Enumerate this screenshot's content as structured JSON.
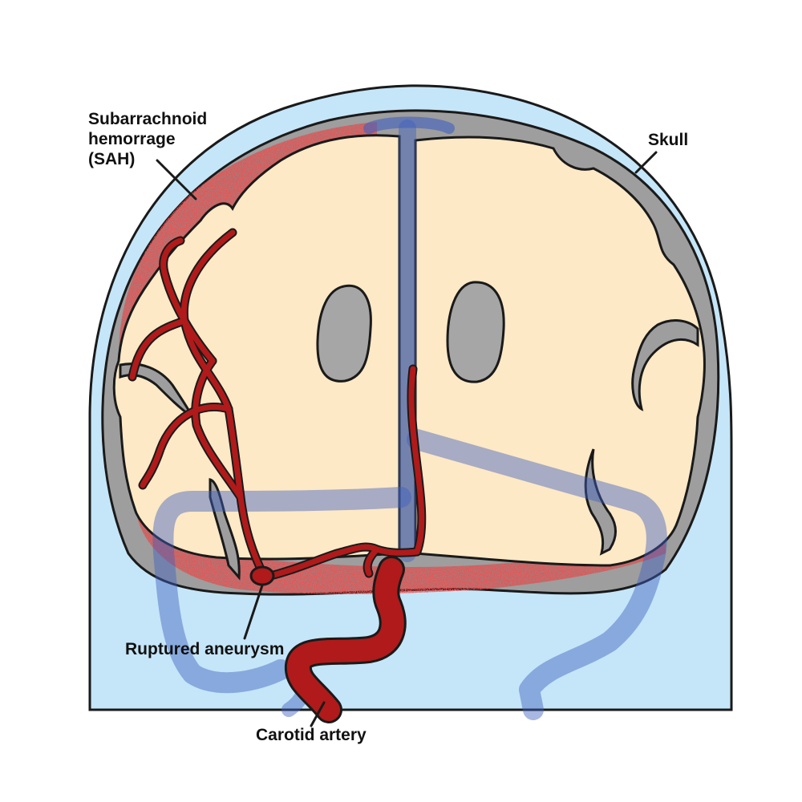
{
  "labels": {
    "sah_line1": "Subarrachnoid",
    "sah_line2": "hemorrage",
    "sah_line3": "(SAH)",
    "skull": "Skull",
    "aneurysm": "Ruptured aneurysm",
    "carotid": "Carotid artery"
  },
  "colors": {
    "skull": "#c5e6f8",
    "dura": "#9e9e9e",
    "brain": "#fde9c6",
    "vein": "#3f5fbf",
    "artery": "#b01a1a",
    "blood": "#d62828",
    "ventricle": "#a6a6a6",
    "outline": "#1a1a1a"
  }
}
